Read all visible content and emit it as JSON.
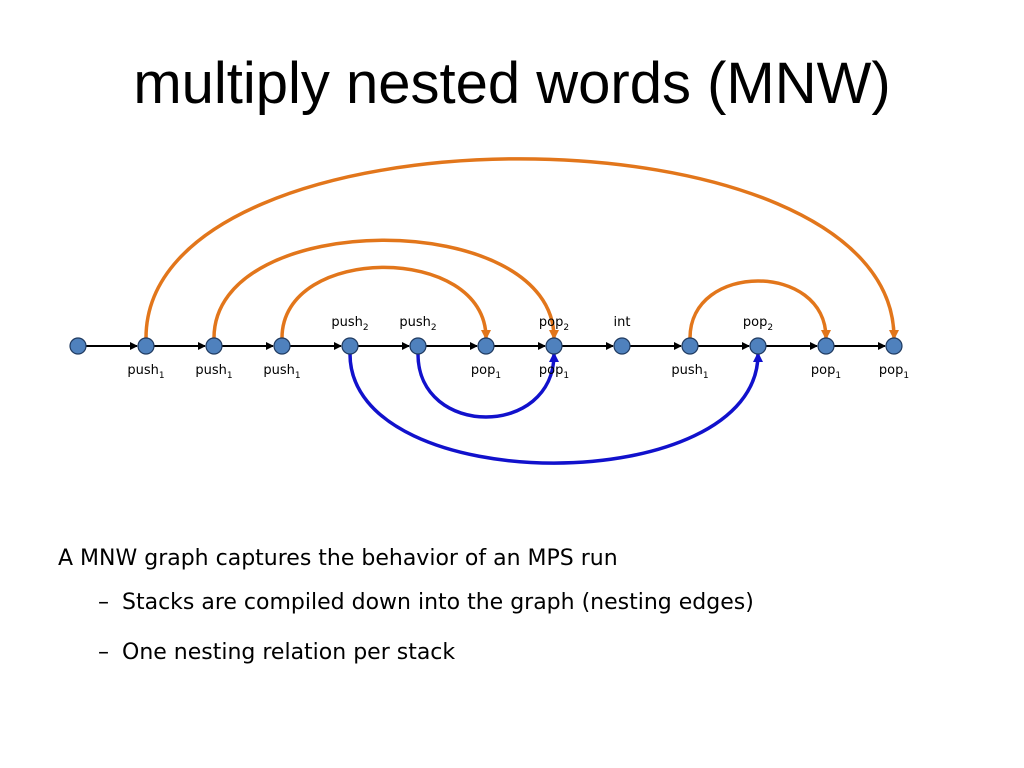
{
  "slide": {
    "title": "multiply nested words (MNW)",
    "bullets": {
      "main": "A MNW graph captures the behavior of an MPS run",
      "sub": [
        {
          "dash": "–",
          "text": "Stacks are compiled down into the graph (nesting edges)"
        },
        {
          "dash": "–",
          "text": "One nesting relation per stack"
        }
      ]
    }
  },
  "diagram": {
    "colors": {
      "stack1": "#E2761B",
      "stack2": "#1111CC",
      "node_fill": "#4F81BD",
      "node_stroke": "#1F3A60",
      "edge": "#000000"
    },
    "nodes": [
      {
        "labels": []
      },
      {
        "labels": [
          {
            "base": "push",
            "sub": "1",
            "pos": "below"
          }
        ]
      },
      {
        "labels": [
          {
            "base": "push",
            "sub": "1",
            "pos": "below"
          }
        ]
      },
      {
        "labels": [
          {
            "base": "push",
            "sub": "1",
            "pos": "below"
          }
        ]
      },
      {
        "labels": [
          {
            "base": "push",
            "sub": "2",
            "pos": "above"
          }
        ]
      },
      {
        "labels": [
          {
            "base": "push",
            "sub": "2",
            "pos": "above"
          }
        ]
      },
      {
        "labels": [
          {
            "base": "pop",
            "sub": "1",
            "pos": "below"
          }
        ]
      },
      {
        "labels": [
          {
            "base": "pop",
            "sub": "2",
            "pos": "above"
          },
          {
            "base": "pop",
            "sub": "1",
            "pos": "below"
          }
        ]
      },
      {
        "labels": [
          {
            "base": "int",
            "sub": "",
            "pos": "above"
          }
        ]
      },
      {
        "labels": [
          {
            "base": "push",
            "sub": "1",
            "pos": "below"
          }
        ]
      },
      {
        "labels": [
          {
            "base": "pop",
            "sub": "2",
            "pos": "above"
          }
        ]
      },
      {
        "labels": [
          {
            "base": "pop",
            "sub": "1",
            "pos": "below"
          }
        ]
      },
      {
        "labels": [
          {
            "base": "pop",
            "sub": "1",
            "pos": "below"
          }
        ]
      }
    ],
    "nesting_edges": [
      {
        "from": 1,
        "to": 12,
        "stack": "stack1",
        "side": "above"
      },
      {
        "from": 2,
        "to": 7,
        "stack": "stack1",
        "side": "above"
      },
      {
        "from": 3,
        "to": 6,
        "stack": "stack1",
        "side": "above"
      },
      {
        "from": 9,
        "to": 11,
        "stack": "stack1",
        "side": "above"
      },
      {
        "from": 5,
        "to": 7,
        "stack": "stack2",
        "side": "below"
      },
      {
        "from": 4,
        "to": 10,
        "stack": "stack2",
        "side": "below"
      }
    ]
  }
}
